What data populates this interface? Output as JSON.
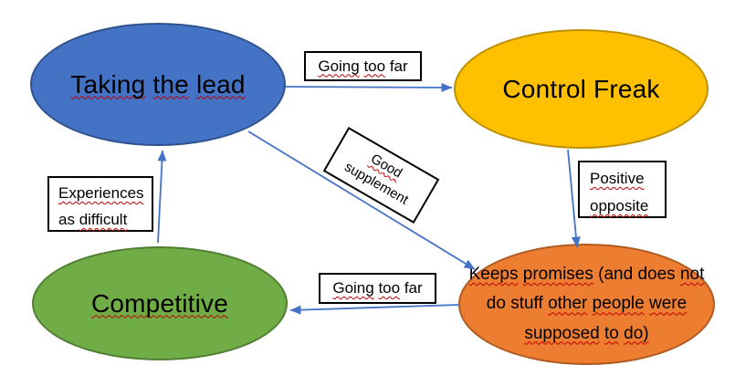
{
  "colors": {
    "background": "#FFFFFF",
    "arrow": "#4472C4",
    "spellcheck": "#C00000",
    "text": "#000000",
    "box_fill": "#FFFFFF",
    "box_border": "#000000"
  },
  "nodes": [
    {
      "id": "taking-the-lead",
      "label": "Taking the lead",
      "fill": "#4472C4",
      "border": "#2F528F",
      "segments": [
        [
          "Taking",
          1
        ],
        [
          " ",
          0
        ],
        [
          "the",
          1
        ],
        [
          " ",
          0
        ],
        [
          "lead",
          1
        ]
      ]
    },
    {
      "id": "control-freak",
      "label": "Control Freak",
      "fill": "#FFC000",
      "border": "#BF8F00",
      "segments": [
        [
          "Control Freak",
          0
        ]
      ]
    },
    {
      "id": "competitive",
      "label": "Competitive",
      "fill": "#70AD47",
      "border": "#507E32",
      "segments": [
        [
          "Competitive",
          1
        ]
      ]
    },
    {
      "id": "keeps-promises",
      "label": "Keeps promises (and does not do stuff other people were supposed to do)",
      "fill": "#ED7D31",
      "border": "#AE5A21",
      "segments": [
        [
          "Keeps",
          1
        ],
        [
          " ",
          0
        ],
        [
          "promises",
          1
        ],
        [
          " (and does ",
          0
        ],
        [
          "not",
          1
        ],
        [
          "\n",
          0
        ],
        [
          "do stuff ",
          0
        ],
        [
          "other",
          1
        ],
        [
          " ",
          0
        ],
        [
          "people",
          1
        ],
        [
          " ",
          0
        ],
        [
          "were",
          1
        ],
        [
          "\n",
          0
        ],
        [
          "supposed",
          1
        ],
        [
          " ",
          0
        ],
        [
          "to",
          1
        ],
        [
          " ",
          0
        ],
        [
          "do)",
          1
        ]
      ]
    }
  ],
  "edges": [
    {
      "label": "Going too far",
      "from": "taking-the-lead",
      "to": "control-freak",
      "segments": [
        [
          "Going",
          1
        ],
        [
          " ",
          0
        ],
        [
          "too",
          1
        ],
        [
          " far",
          0
        ]
      ]
    },
    {
      "label": "Good supplement",
      "from": "taking-the-lead",
      "to": "keeps-promises",
      "segments": [
        [
          "Good",
          1
        ],
        [
          "\n",
          0
        ],
        [
          "supplement",
          0
        ]
      ]
    },
    {
      "label": "Positive opposite",
      "from": "control-freak",
      "to": "keeps-promises",
      "segments": [
        [
          "Positive",
          1
        ],
        [
          "\n",
          0
        ],
        [
          "opposite",
          1
        ]
      ]
    },
    {
      "label": "Experiences as difficult",
      "from": "competitive",
      "to": "taking-the-lead",
      "segments": [
        [
          "Experiences",
          1
        ],
        [
          "\n",
          0
        ],
        [
          "as ",
          0
        ],
        [
          "difficult",
          1
        ]
      ]
    },
    {
      "label": "Going too far",
      "from": "keeps-promises",
      "to": "competitive",
      "segments": [
        [
          "Going",
          1
        ],
        [
          " ",
          0
        ],
        [
          "too",
          1
        ],
        [
          " far",
          0
        ]
      ]
    }
  ]
}
